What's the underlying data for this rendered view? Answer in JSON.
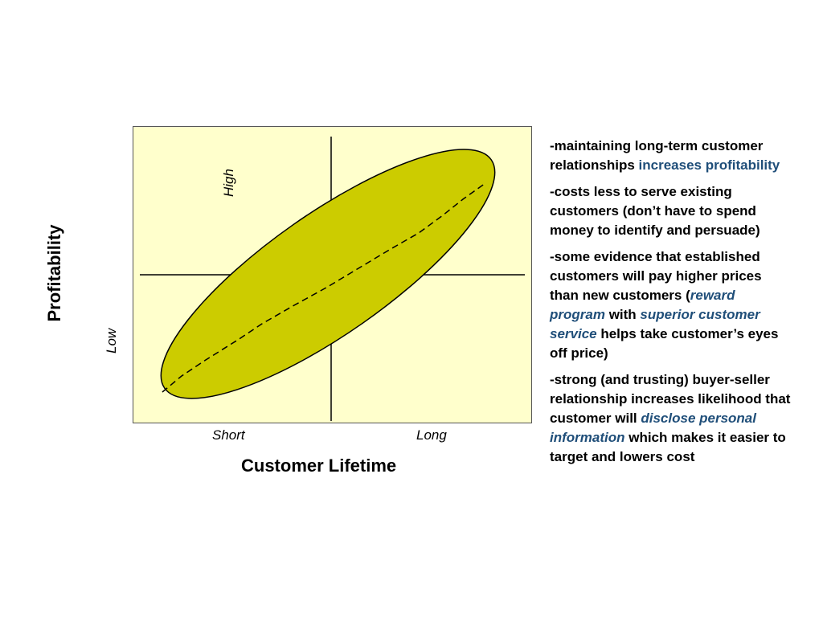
{
  "diagram": {
    "y_axis_title": "Profitability",
    "x_axis_title": "Customer Lifetime",
    "high_label": "High",
    "low_label": "Low",
    "short_label": "Short",
    "long_label": "Long",
    "colors": {
      "background": "#ffffcc",
      "ellipse_fill": "#cccc00",
      "lines": "#000000"
    }
  },
  "notes": [
    {
      "text1": "-maintaining long-term customer relationships ",
      "highlight": "increases profitability"
    },
    {
      "text1": "-costs less to serve existing customers (don’t have to spend money to identify and persuade)"
    },
    {
      "text1": "-some evidence that established customers will pay higher prices than new customers (",
      "highlight1": "reward program",
      "text2": " with ",
      "highlight2": "superior customer service",
      "text3": " helps take customer’s eyes off price)"
    },
    {
      "text1": "-strong (and trusting) buyer-seller relationship increases likelihood that customer will ",
      "highlight": "disclose personal information",
      "text2": " which makes it easier to target and lowers cost"
    }
  ]
}
